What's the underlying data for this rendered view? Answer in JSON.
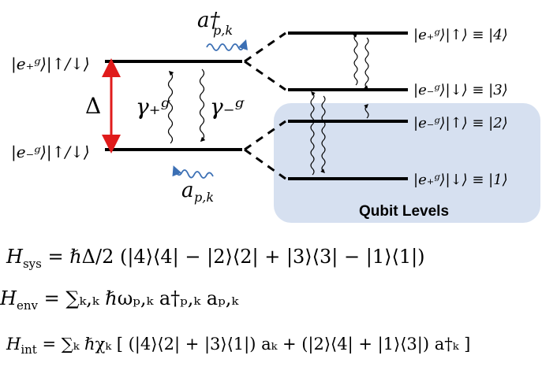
{
  "left_levels": {
    "upper": "|e₊ᵍ⟩|↑/↓⟩",
    "lower": "|e₋ᵍ⟩|↑/↓⟩"
  },
  "labels": {
    "delta": "Δ",
    "gamma_plus": "γ₊ᵍ",
    "gamma_minus": "γ₋ᵍ",
    "a_dagger": "a†",
    "a_dagger_sub": "p,k",
    "a": "a",
    "a_sub": "p,k"
  },
  "right_levels": [
    "|e₊ᵍ⟩|↑⟩ ≡ |4⟩",
    "|e₋ᵍ⟩|↓⟩ ≡ |3⟩",
    "|e₋ᵍ⟩|↑⟩ ≡ |2⟩",
    "|e₊ᵍ⟩|↓⟩ ≡ |1⟩"
  ],
  "qubit_box_label": "Qubit Levels",
  "colors": {
    "delta_arrow": "#e01b1b",
    "emission": "#3b6fb4",
    "qubit_box": "#d6e0f0"
  },
  "equations": {
    "sys": {
      "lhs": "H",
      "sub": "sys",
      "rhs": "= ℏΔ/2 (|4⟩⟨4| − |2⟩⟨2| + |3⟩⟨3| − |1⟩⟨1|)"
    },
    "env": {
      "lhs": "H",
      "sub": "env",
      "rhs": "= ∑ₖ,ₖ ℏωₚ,ₖ a†ₚ,ₖ aₚ,ₖ"
    },
    "int": {
      "lhs": "H",
      "sub": "int",
      "rhs": "= ∑ₖ ℏχₖ [ (|4⟩⟨2| + |3⟩⟨1|) aₖ + (|2⟩⟨4| + |1⟩⟨3|) a†ₖ ]"
    }
  }
}
